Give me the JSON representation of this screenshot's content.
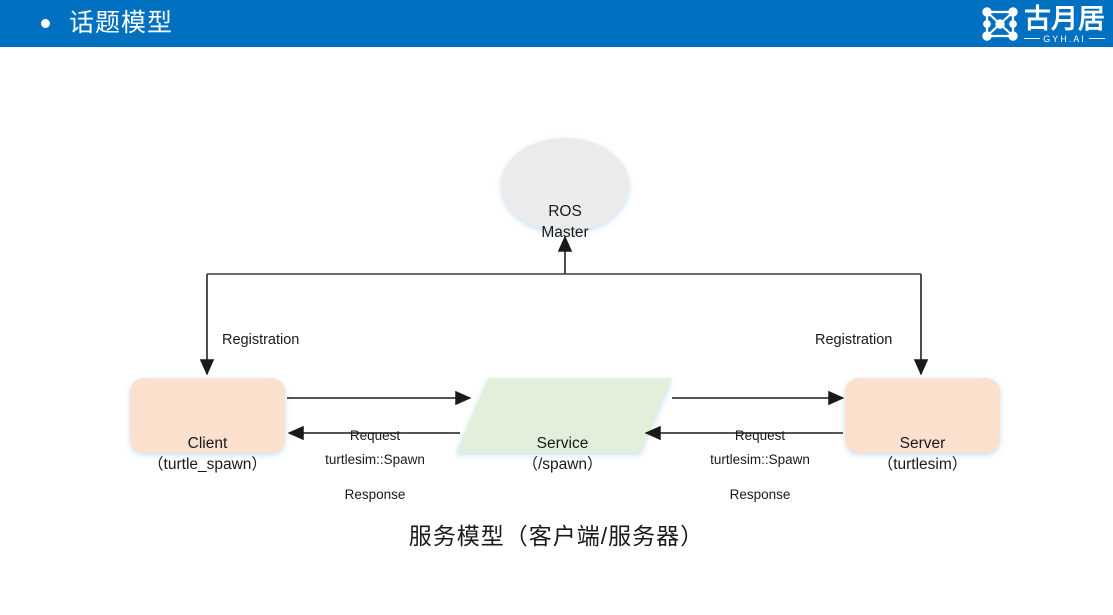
{
  "header": {
    "bullet_icon": "bullet-dot-icon",
    "title": "话题模型",
    "background_color": "#0070C0",
    "text_color": "#FFFFFF"
  },
  "logo": {
    "mark_icon": "node-graph-logo-icon",
    "brand_cn": "古月居",
    "brand_en": "GYH.AI"
  },
  "diagram": {
    "nodes": {
      "ros_master": {
        "line1": "ROS",
        "line2": "Master",
        "shape": "ellipse",
        "fill": "#EBEBEB"
      },
      "client": {
        "line1": "Client",
        "line2": "（turtle_spawn）",
        "shape": "rounded-rect",
        "fill": "#FAE0CD"
      },
      "service": {
        "line1": "Service",
        "line2": "（/spawn）",
        "shape": "parallelogram",
        "fill": "#E2EFDA"
      },
      "server": {
        "line1": "Server",
        "line2": "（turtlesim）",
        "shape": "rounded-rect",
        "fill": "#FAE0CD"
      }
    },
    "edges": {
      "registration_left": "Registration",
      "registration_right": "Registration",
      "client_request": "Request",
      "client_message": "turtlesim::Spawn",
      "client_response": "Response",
      "server_request": "Request",
      "server_message": "turtlesim::Spawn",
      "server_response": "Response"
    },
    "line_color": "#3B3B3B"
  },
  "caption": "服务模型（客户端/服务器）"
}
